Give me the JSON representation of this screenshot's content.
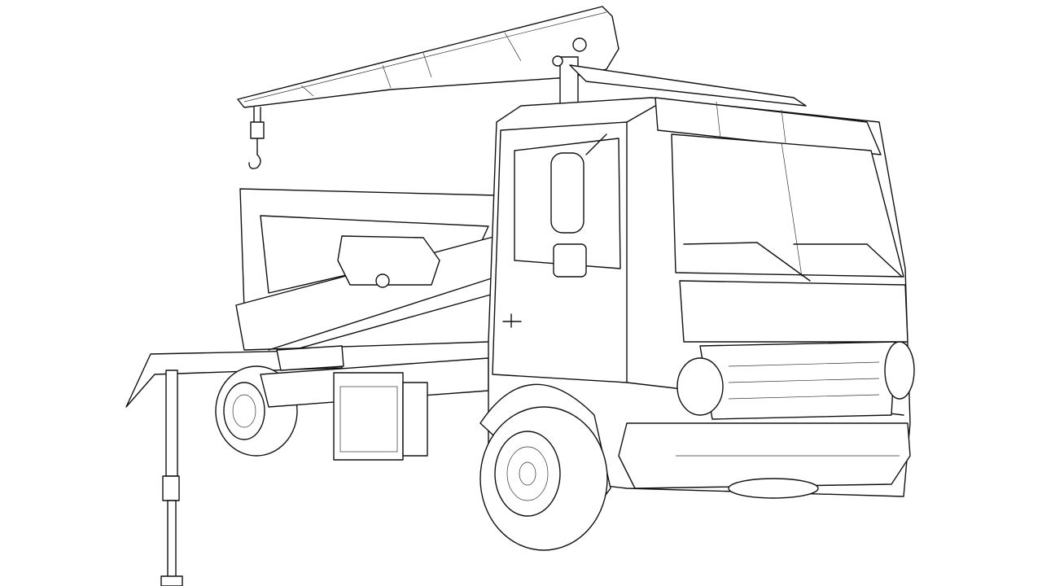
{
  "illustration": {
    "subject_parts": [
      "crane-boom",
      "crane-hook",
      "skip-bed",
      "cab",
      "windshield",
      "side-mirror",
      "grille",
      "headlights",
      "front-bumper",
      "front-wheel",
      "rear-wheel",
      "outrigger-arm",
      "outrigger-leg",
      "side-storage-box"
    ],
    "stroke_color": "#111111",
    "background_color": "#ffffff"
  }
}
